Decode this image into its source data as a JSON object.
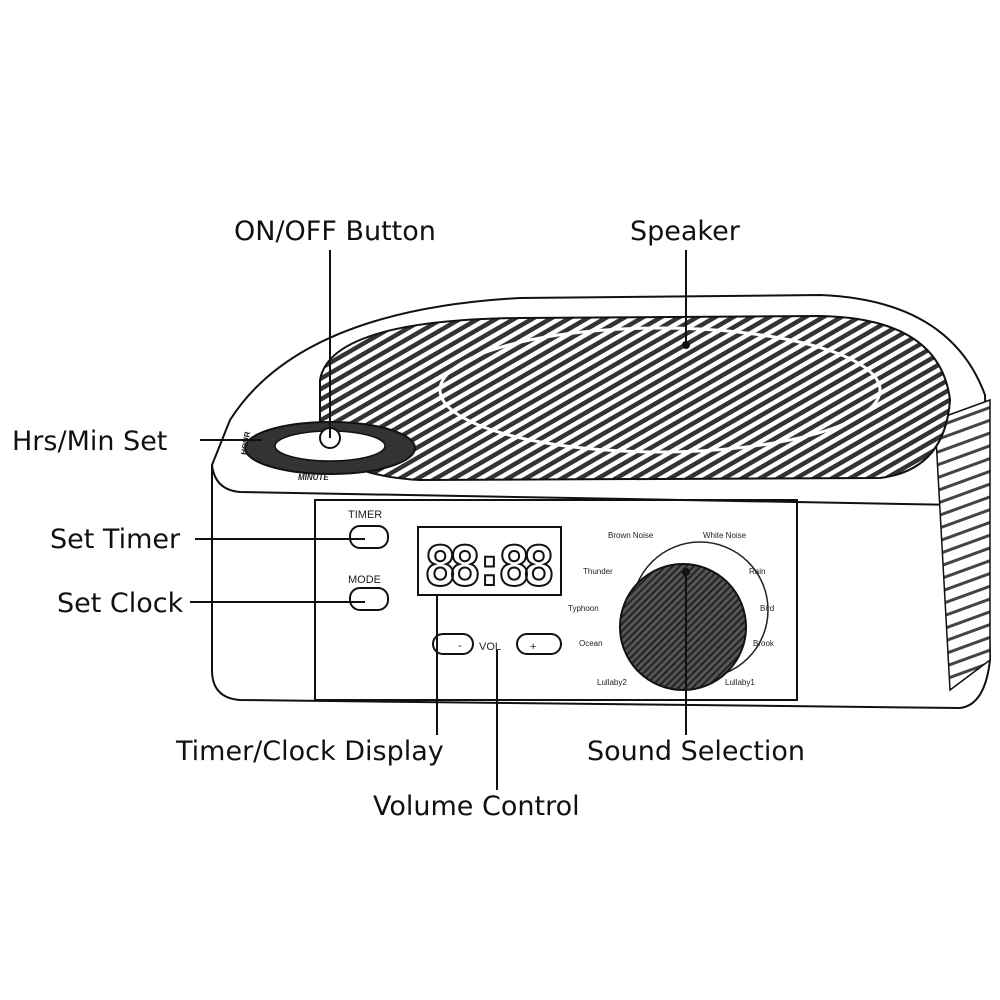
{
  "callouts": {
    "on_off": "ON/OFF Button",
    "speaker": "Speaker",
    "hrs_min": "Hrs/Min Set",
    "set_timer": "Set Timer",
    "set_clock": "Set Clock",
    "display": "Timer/Clock Display",
    "volume": "Volume Control",
    "sound": "Sound Selection"
  },
  "device": {
    "timer_label": "TIMER",
    "mode_label": "MODE",
    "display_value": "88:88",
    "vol_label": "VOL",
    "vol_minus": "-",
    "vol_plus": "+",
    "dial_minute": "MINUTE",
    "dial_hour": "HOUR",
    "sounds": [
      "Brown Noise",
      "White Noise",
      "Thunder",
      "Rain",
      "Typhoon",
      "Bird",
      "Ocean",
      "Brook",
      "Lullaby2",
      "Lullaby1"
    ]
  }
}
